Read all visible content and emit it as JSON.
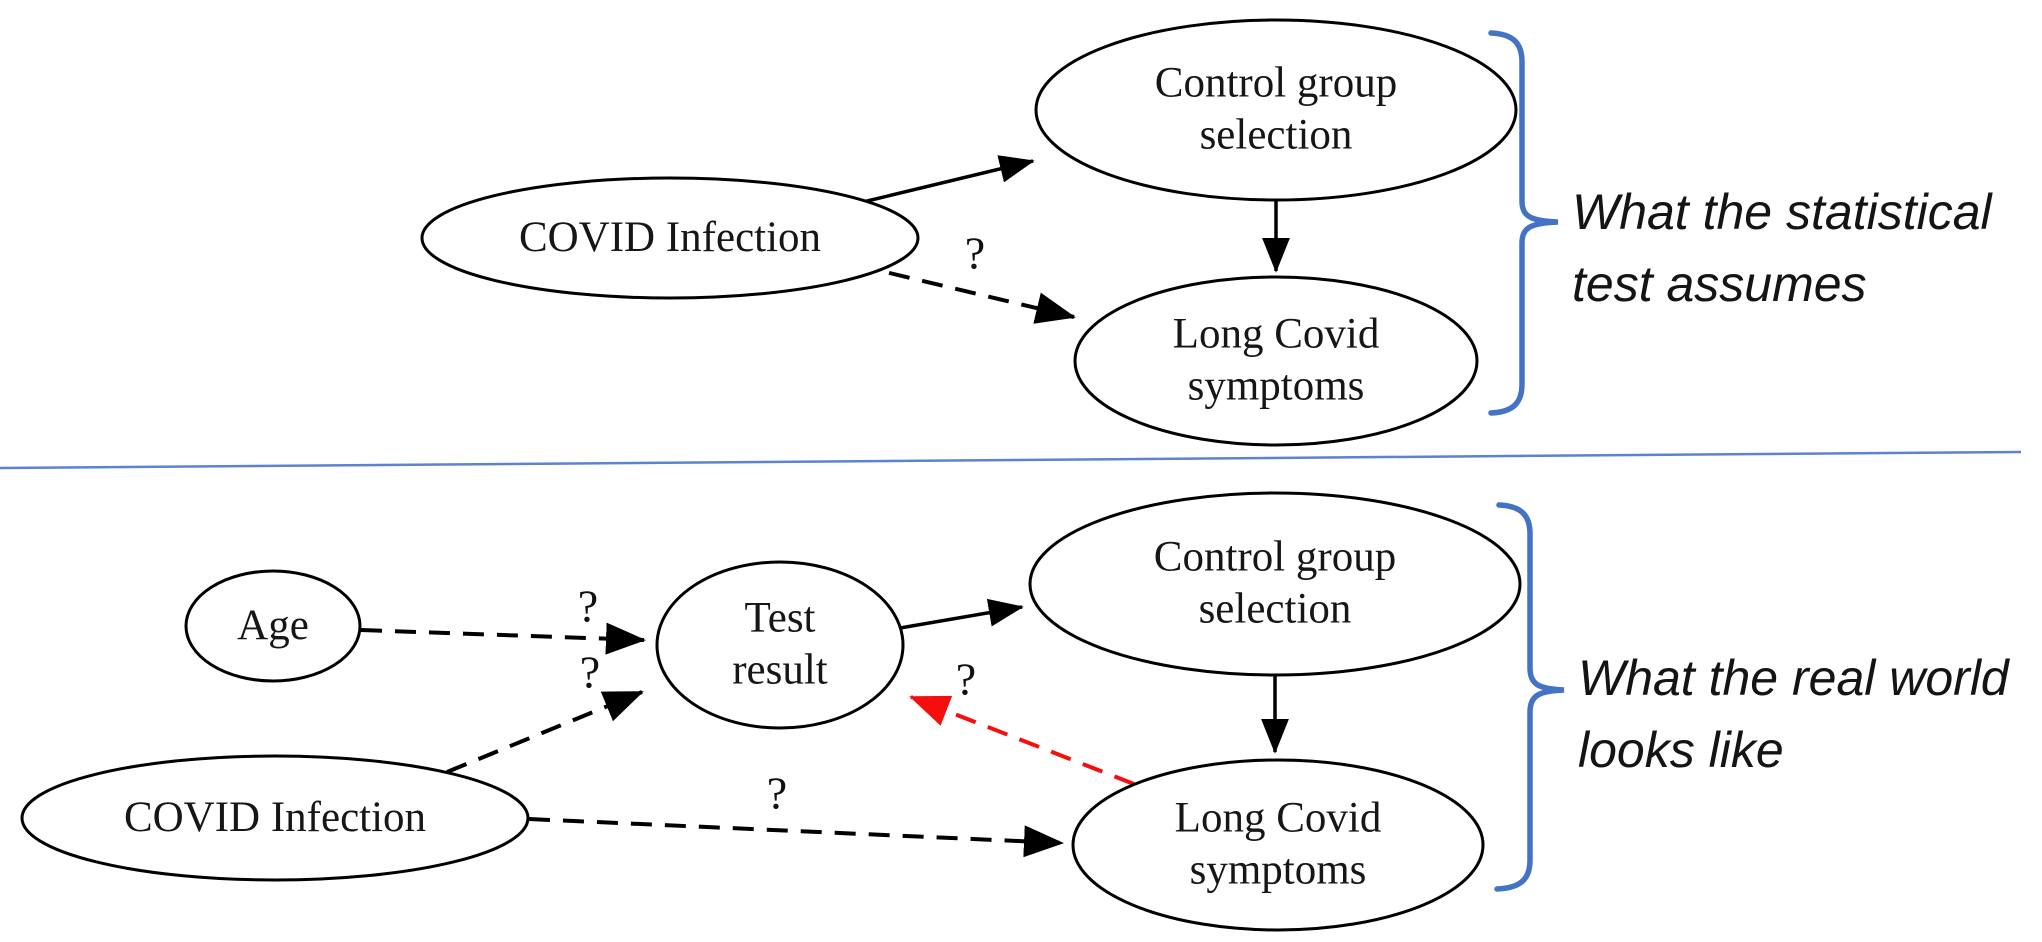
{
  "colors": {
    "accent_blue": "#4472C4",
    "divider_blue": "#5B83CE",
    "arrow_red": "#F40F0C"
  },
  "top_panel": {
    "caption": "What the statistical\ntest assumes",
    "nodes": {
      "covid_infection": "COVID Infection",
      "control_group": "Control group\nselection",
      "long_covid": "Long Covid\nsymptoms"
    },
    "questions": {
      "covid_to_long": "?"
    }
  },
  "bottom_panel": {
    "caption": "What the real world\nlooks like",
    "nodes": {
      "age": "Age",
      "covid_infection": "COVID Infection",
      "test_result": "Test\nresult",
      "control_group": "Control group\nselection",
      "long_covid": "Long Covid\nsymptoms"
    },
    "questions": {
      "age_to_test": "?",
      "covid_to_test": "?",
      "long_to_test": "?",
      "covid_to_long": "?"
    }
  }
}
